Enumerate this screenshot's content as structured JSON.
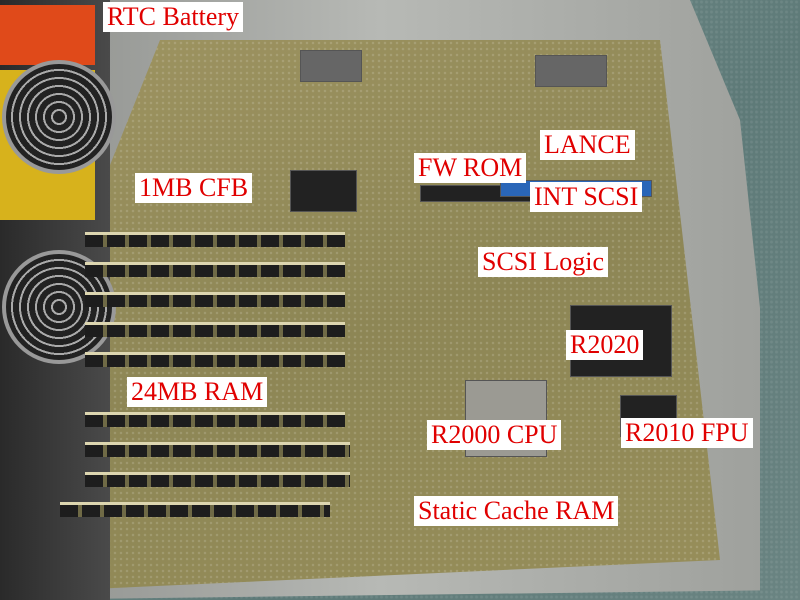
{
  "labels": {
    "rtc_battery": "RTC Battery",
    "cfb": "1MB CFB",
    "lance": "LANCE",
    "fw_rom": "FW ROM",
    "int_scsi": "INT SCSI",
    "scsi_logic": "SCSI Logic",
    "r2020": "R2020",
    "ram": "24MB RAM",
    "r2000_cpu": "R2000 CPU",
    "r2010_fpu": "R2010 FPU",
    "static_cache_ram": "Static Cache RAM"
  },
  "colors": {
    "label_text": "#e00000",
    "label_bg": "#ffffff"
  }
}
